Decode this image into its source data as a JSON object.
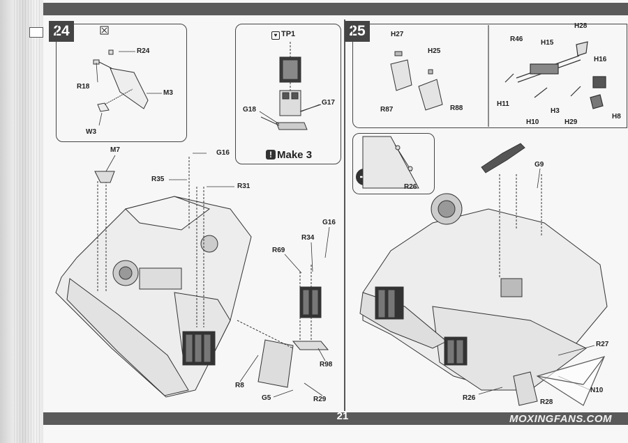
{
  "page_number": "21",
  "watermark": "MOXINGFANS.COM",
  "steps": {
    "step24": {
      "number": "24",
      "inset_parts": [
        "R24",
        "R18",
        "M3",
        "W3"
      ],
      "tp_box": {
        "tp_label": "TP1",
        "parts": [
          "G18",
          "G17"
        ],
        "make_label": "Make 3"
      },
      "main_parts": [
        "M7",
        "G16",
        "R35",
        "R31",
        "G16",
        "R69",
        "R34",
        "R98",
        "R8",
        "G5",
        "R29"
      ]
    },
    "step25": {
      "number": "25",
      "inset_parts_a": [
        "H27",
        "H25",
        "R87",
        "R88"
      ],
      "inset_parts_b": [
        "R46",
        "H15",
        "H28",
        "H16",
        "H11",
        "H3",
        "H10",
        "H29",
        "H8"
      ],
      "zoom_part": "R26",
      "main_parts": [
        "G9",
        "R27",
        "N10",
        "R26",
        "R28"
      ]
    }
  },
  "icons": [
    "x-mark-icon",
    "heart-icon",
    "zoom-in-icon",
    "exclamation-icon"
  ]
}
